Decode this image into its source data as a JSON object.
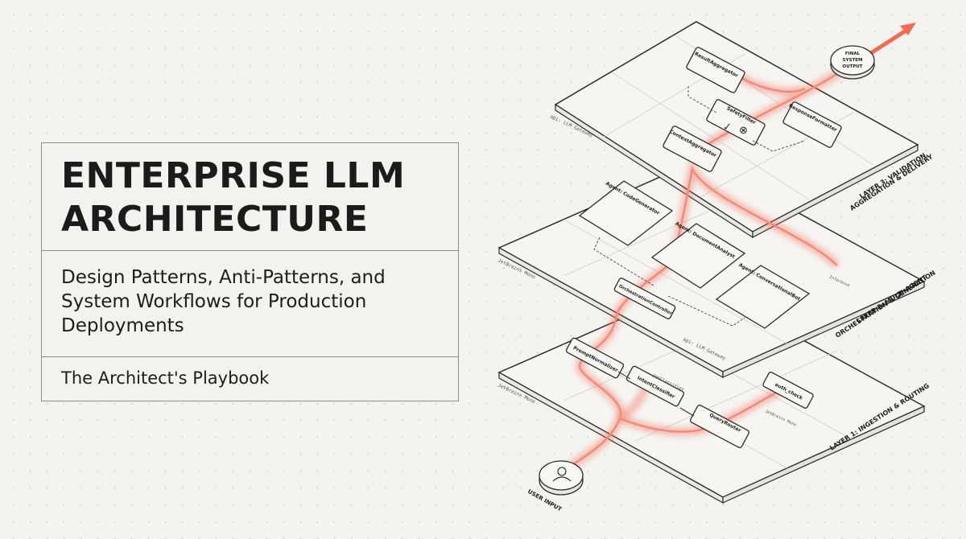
{
  "title_card": {
    "title_line1": "ENTERPRISE LLM",
    "title_line2": "ARCHITECTURE",
    "subtitle_lines": [
      "Design Patterns, Anti-Patterns, and",
      "System Workflows for Production",
      "Deployments"
    ],
    "tagline": "The Architect's Playbook"
  },
  "diagram": {
    "accent_color": "#f26b55",
    "layers": [
      {
        "label_line1": "LAYER 3: VALIDATION,",
        "label_line2": "AGGREGATION & DELIVERY",
        "api_label": "api: LLM_Gateway"
      },
      {
        "label_line1": "LAYER 2: MULTI-AGENT",
        "label_line2": "ORCHESTRATION & GENERATION",
        "side_label": "JetBrains Mono",
        "note": "Inference"
      },
      {
        "label_line1": "LAYER 1: INGESTION & ROUTING",
        "side_label": "JetBrains Mono",
        "api_label": "api: LLM_Gateway"
      }
    ],
    "layer3_nodes": [
      "ResultAggregator",
      "SafetyFilter",
      "ResponseFormatter",
      "ContextAggregator"
    ],
    "layer2_nodes": [
      "Agent: CodeGenerator",
      "Agent: DocumentAnalyst",
      "Agent: ConversationalBot",
      "OrchestrationController"
    ],
    "layer1_nodes": [
      "PromptNormalizer",
      "IntentClassifier",
      "QueryRouter",
      "auth_check"
    ],
    "layer1_notes": [
      "JetClassifier",
      "JetBrains Mono"
    ],
    "input_label": "USER INPUT",
    "output_label_lines": [
      "FINAL",
      "SYSTEM",
      "OUTPUT"
    ]
  }
}
